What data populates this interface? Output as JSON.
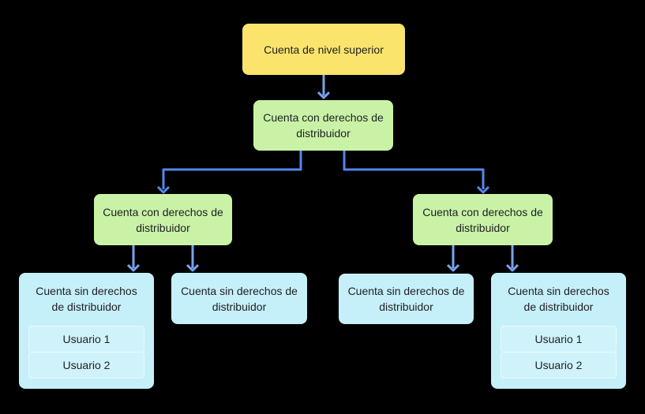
{
  "diagram": {
    "title": "Account hierarchy diagram",
    "nodes": {
      "top_level": {
        "label": "Cuenta de nivel superior",
        "type": "top-level-account"
      },
      "reseller_main": {
        "label": "Cuenta con derechos de distribuidor",
        "type": "reseller-account"
      },
      "reseller_left": {
        "label": "Cuenta con derechos de distribuidor",
        "type": "reseller-account"
      },
      "reseller_right": {
        "label": "Cuenta con derechos de distribuidor",
        "type": "reseller-account"
      },
      "client_1": {
        "label": "Cuenta sin derechos de distribuidor",
        "type": "client-account",
        "users": [
          "Usuario 1",
          "Usuario 2"
        ]
      },
      "client_2": {
        "label": "Cuenta sin derechos de distribuidor",
        "type": "client-account"
      },
      "client_3": {
        "label": "Cuenta sin derechos de distribuidor",
        "type": "client-account"
      },
      "client_4": {
        "label": "Cuenta sin derechos de distribuidor",
        "type": "client-account",
        "users": [
          "Usuario 1",
          "Usuario 2"
        ]
      }
    },
    "edges": [
      {
        "from": "top_level",
        "to": "reseller_main",
        "style": "straight-arrow"
      },
      {
        "from": "reseller_main",
        "to": "reseller_left",
        "style": "elbow-arrow"
      },
      {
        "from": "reseller_main",
        "to": "reseller_right",
        "style": "elbow-arrow"
      },
      {
        "from": "reseller_left",
        "to": "client_1",
        "style": "straight-arrow"
      },
      {
        "from": "reseller_left",
        "to": "client_2",
        "style": "straight-arrow"
      },
      {
        "from": "reseller_right",
        "to": "client_3",
        "style": "straight-arrow"
      },
      {
        "from": "reseller_right",
        "to": "client_4",
        "style": "straight-arrow"
      }
    ],
    "colors": {
      "background": "#000000",
      "top_level_fill": "#FBE46B",
      "reseller_fill": "#C9F2A6",
      "client_fill": "#C6F0F9",
      "user_cell_fill": "#D0F3FB",
      "user_cell_border": "#E9FAFD",
      "connector_straight": "#78A3ED",
      "connector_elbow": "#5587EB",
      "text": "#202124"
    }
  }
}
